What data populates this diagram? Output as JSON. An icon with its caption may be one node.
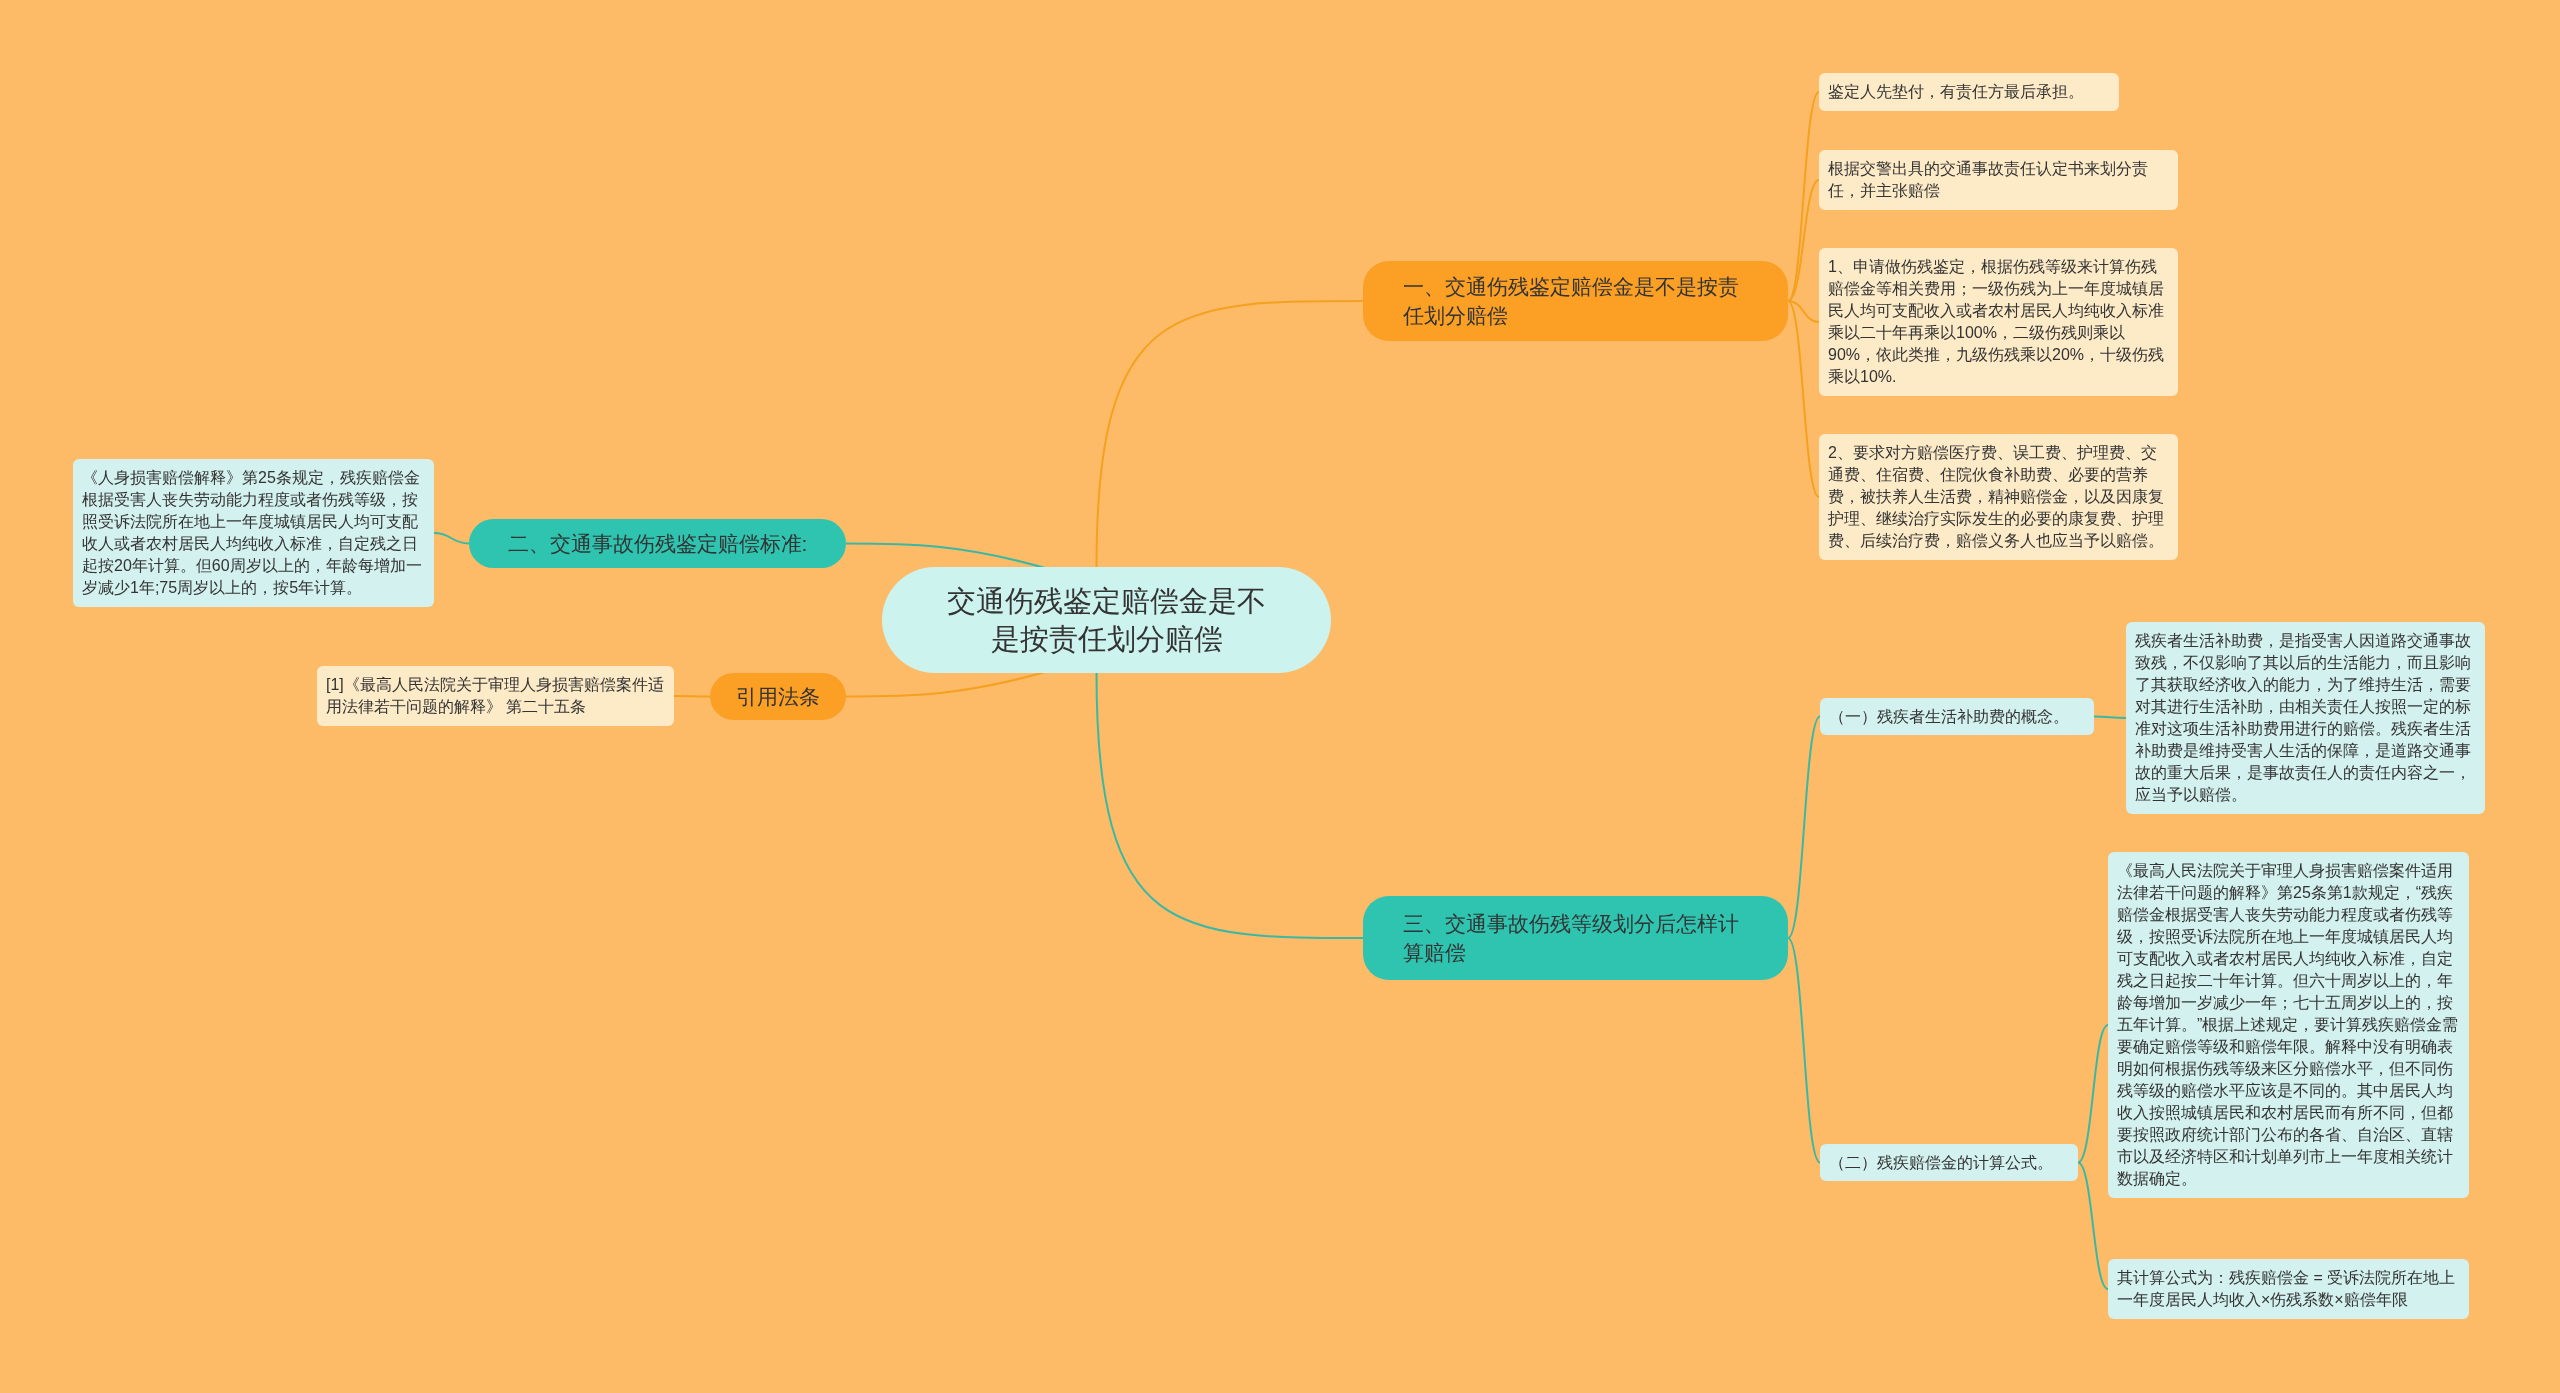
{
  "diagram": {
    "nodes": [
      {
        "text": [
          "交通伤残鉴定赔偿金是不是按责任划分赔偿"
        ]
      },
      {
        "text": [
          "一、交通伤残鉴定赔偿金是不是按责任划分赔偿"
        ]
      },
      {
        "text": [
          "鉴定人先垫付，有责任方最后承担。"
        ]
      },
      {
        "text": [
          "根据交警出具的交通事故责任认定书来划分责任，并主张赔偿"
        ]
      },
      {
        "text": [
          "1、申请做伤残鉴定，根据伤残等级来计算伤残赔偿金等相关费用；一级伤残为上一年度城镇居民人均可支配收入或者农村居民人均纯收入标准乘以二十年再乘以100%，二级伤残则乘以90%，依此类推，九级伤残乘以20%，十级伤残乘以10%."
        ]
      },
      {
        "text": [
          "2、要求对方赔偿医疗费、误工费、护理费、交通费、住宿费、住院伙食补助费、必要的营养费，被扶养人生活费，精神赔偿金，以及因康复护理、继续治疗实际发生的必要的康复费、护理费、后续治疗费，赔偿义务人也应当予以赔偿。"
        ]
      },
      {
        "text": [
          "二、交通事故伤残鉴定赔偿标准:"
        ]
      },
      {
        "text": [
          "《人身损害赔偿解释》第25条规定，残疾赔偿金根据受害人丧失劳动能力程度或者伤残等级，按照受诉法院所在地上一年度城镇居民人均可支配收人或者农村居民人均纯收入标准，自定残之日起按20年计算。但60周岁以上的，年龄每增加一岁减少1年;75周岁以上的，按5年计算。"
        ]
      },
      {
        "text": [
          "引用法条"
        ]
      },
      {
        "text": [
          "[1]《最高人民法院关于审理人身损害赔偿案件适用法律若干问题的解释》 第二十五条"
        ]
      },
      {
        "text": [
          "三、交通事故伤残等级划分后怎样计算赔偿"
        ]
      },
      {
        "text": [
          "（一）残疾者生活补助费的概念。"
        ]
      },
      {
        "text": [
          "残疾者生活补助费，是指受害人因道路交通事故致残，不仅影响了其以后的生活能力，而且影响了其获取经济收入的能力，为了维持生活，需要对其进行生活补助，由相关责任人按照一定的标准对这项生活补助费用进行的赔偿。残疾者生活补助费是维持受害人生活的保障，是道路交通事故的重大后果，是事故责任人的责任内容之一，应当予以赔偿。"
        ]
      },
      {
        "text": [
          "（二）残疾赔偿金的计算公式。"
        ]
      },
      {
        "text": [
          "《最高人民法院关于审理人身损害赔偿案件适用法律若干问题的解释》第25条第1款规定，“残疾赔偿金根据受害人丧失劳动能力程度或者伤残等级，按照受诉法院所在地上一年度城镇居民人均可支配收入或者农村居民人均纯收入标准，自定残之日起按二十年计算。但六十周岁以上的，年龄每增加一岁减少一年；七十五周岁以上的，按五年计算。”根据上述规定，要计算残疾赔偿金需要确定赔偿等级和赔偿年限。解释中没有明确表明如何根据伤残等级来区分赔偿水平，但不同伤残等级的赔偿水平应该是不同的。其中居民人均收入按照城镇居民和农村居民而有所不同，但都要按照政府统计部门公布的各省、自治区、直辖市以及经济特区和计划单列市上一年度相关统计数据确定。"
        ]
      },
      {
        "text": [
          "其计算公式为：残疾赔偿金 = 受诉法院所在地上一年度居民人均收入×伤残系数×赔偿年限"
        ]
      }
    ],
    "edges": [
      {
        "from": 0,
        "to": 1,
        "arrow": "none",
        "color": "#f5a11f"
      },
      {
        "from": 1,
        "to": 2,
        "arrow": "none",
        "color": "#f5a11f"
      },
      {
        "from": 1,
        "to": 3,
        "arrow": "none",
        "color": "#f5a11f"
      },
      {
        "from": 1,
        "to": 4,
        "arrow": "none",
        "color": "#f5a11f"
      },
      {
        "from": 1,
        "to": 5,
        "arrow": "none",
        "color": "#f5a11f"
      },
      {
        "from": 0,
        "to": 6,
        "arrow": "none"
      },
      {
        "from": 6,
        "to": 7,
        "arrow": "none"
      },
      {
        "from": 0,
        "to": 8,
        "arrow": "none",
        "color": "#f5a11f"
      },
      {
        "from": 8,
        "to": 9,
        "arrow": "none",
        "color": "#f5a11f"
      },
      {
        "from": 0,
        "to": 10,
        "arrow": "none"
      },
      {
        "from": 10,
        "to": 11,
        "arrow": "none"
      },
      {
        "from": 11,
        "to": 12,
        "arrow": "none"
      },
      {
        "from": 10,
        "to": 13,
        "arrow": "none"
      },
      {
        "from": 13,
        "to": 14,
        "arrow": "none"
      },
      {
        "from": 13,
        "to": 15,
        "arrow": "none"
      }
    ]
  }
}
